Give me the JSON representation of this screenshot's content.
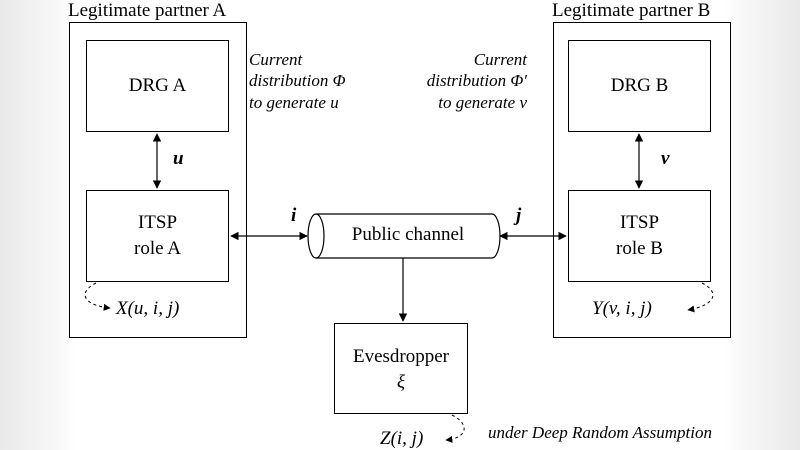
{
  "partner_a": {
    "title": "Legitimate partner A",
    "drg_label": "DRG A",
    "itsp_line1": "ITSP",
    "itsp_line2": "role A",
    "output": "X(u, i, j)",
    "dist_line1": "Current",
    "dist_line2": "distribution Φ",
    "dist_line3": "to generate u"
  },
  "partner_b": {
    "title": "Legitimate partner B",
    "drg_label": "DRG B",
    "itsp_line1": "ITSP",
    "itsp_line2": "role B",
    "output": "Y(v, i, j)",
    "dist_line1": "Current",
    "dist_line2": "distribution Φ′",
    "dist_line3": "to generate v"
  },
  "channel": {
    "label": "Public channel",
    "left_var": "i",
    "right_var": "j"
  },
  "link_a_var": "u",
  "link_b_var": "v",
  "eavesdropper": {
    "line1": "Evesdropper",
    "line2": "ξ",
    "output": "Z(i, j)",
    "assumption": "under Deep Random Assumption"
  }
}
